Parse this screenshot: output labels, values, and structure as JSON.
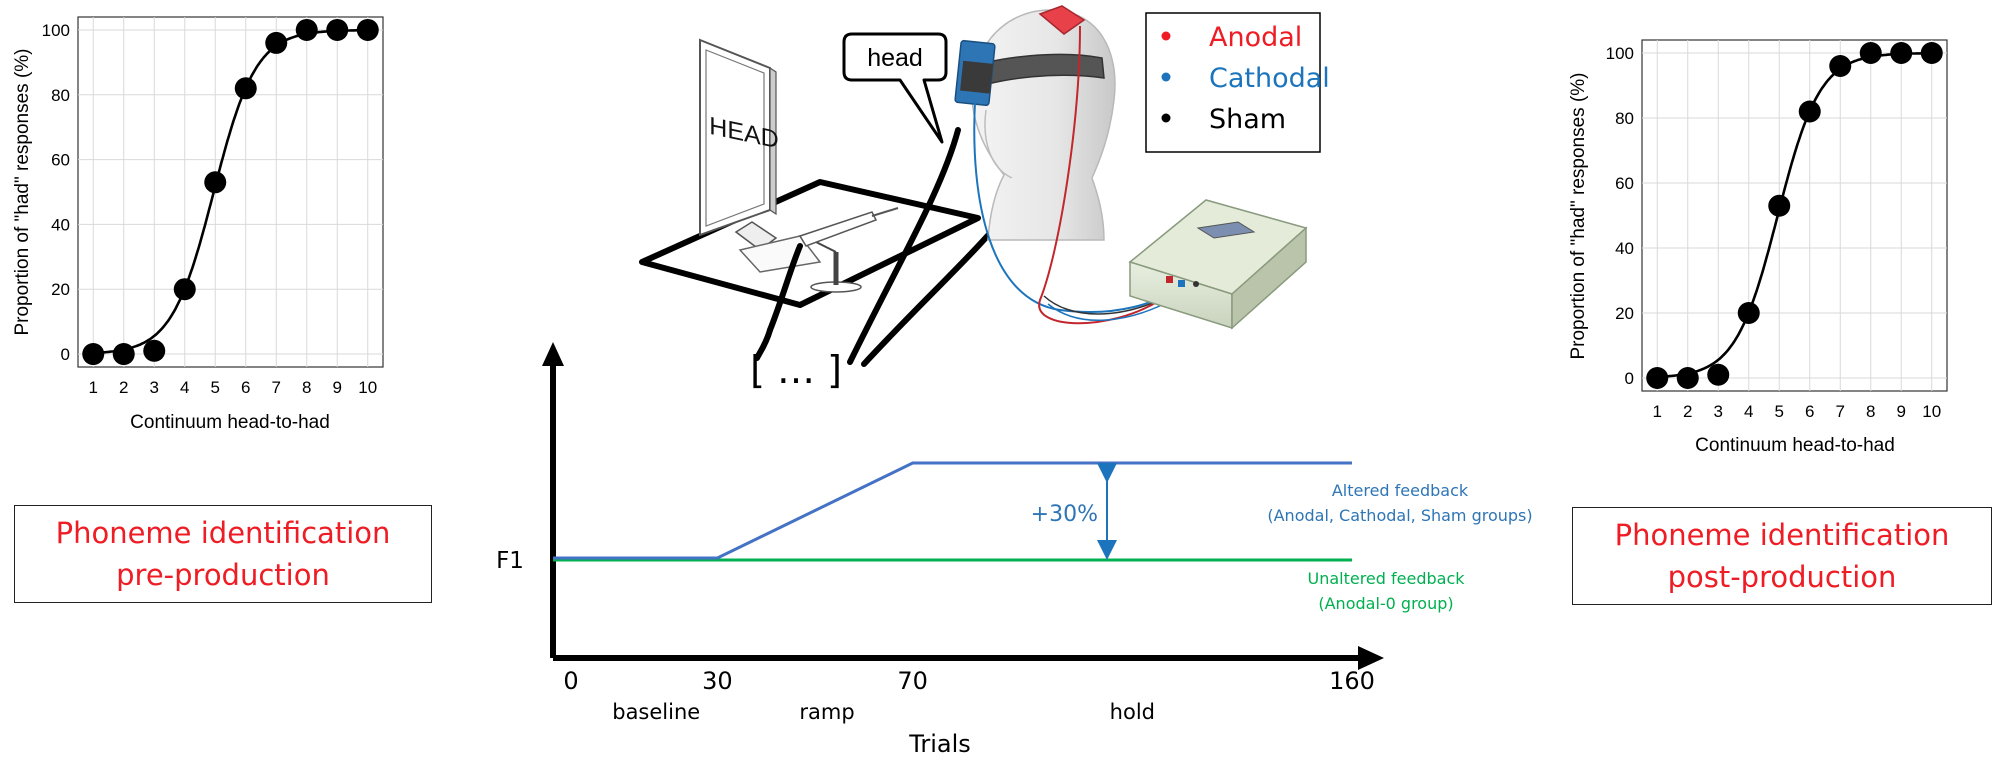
{
  "plots": {
    "pre": {
      "ylabel": "Proportion of \"had\" responses (%)",
      "xlabel": "Continuum head-to-had",
      "x_ticks": [
        "1",
        "2",
        "3",
        "4",
        "5",
        "6",
        "7",
        "8",
        "9",
        "10"
      ],
      "y_ticks": [
        "0",
        "20",
        "40",
        "60",
        "80",
        "100"
      ]
    },
    "post": {
      "ylabel": "Proportion of \"had\" responses (%)",
      "xlabel": "Continuum head-to-had",
      "x_ticks": [
        "1",
        "2",
        "3",
        "4",
        "5",
        "6",
        "7",
        "8",
        "9",
        "10"
      ],
      "y_ticks": [
        "0",
        "20",
        "40",
        "60",
        "80",
        "100"
      ]
    }
  },
  "chart_data": [
    {
      "type": "line",
      "x": [
        1,
        2,
        3,
        4,
        5,
        6,
        7,
        8,
        9,
        10
      ],
      "series": [
        {
          "values": [
            0,
            0,
            1,
            20,
            53,
            82,
            96,
            100,
            100,
            100
          ]
        }
      ],
      "xlabel": "Continuum head-to-had",
      "ylabel": "Proportion of \"had\" responses (%)",
      "ylim": [
        -4,
        104
      ],
      "xlim": [
        0.5,
        10.5
      ],
      "grid": true
    },
    {
      "type": "line",
      "x": [
        1,
        2,
        3,
        4,
        5,
        6,
        7,
        8,
        9,
        10
      ],
      "series": [
        {
          "values": [
            0,
            0,
            1,
            20,
            53,
            82,
            96,
            100,
            100,
            100
          ]
        }
      ],
      "xlabel": "Continuum head-to-had",
      "ylabel": "Proportion of \"had\" responses (%)",
      "ylim": [
        -4,
        104
      ],
      "xlim": [
        0.5,
        10.5
      ],
      "grid": true
    }
  ],
  "labels": {
    "pre_line1": "Phoneme identification",
    "pre_line2": "pre-production",
    "post_line1": "Phoneme identification",
    "post_line2": "post-production"
  },
  "illustration": {
    "screen_word": "HEAD",
    "speech_word": "head",
    "ellipsis": "[ … ]"
  },
  "legend": {
    "items": [
      {
        "label": "Anodal",
        "color": "#ee1c24"
      },
      {
        "label": "Cathodal",
        "color": "#1c75bc"
      },
      {
        "label": "Sham",
        "color": "#000000"
      }
    ]
  },
  "timeline": {
    "y_label": "F1",
    "x_ticks": [
      "0",
      "30",
      "70",
      "160"
    ],
    "phases": [
      "baseline",
      "ramp",
      "hold"
    ],
    "x_axis_label": "Trials",
    "shift_label": "+30%",
    "altered_line1": "Altered feedback",
    "altered_line2": "(Anodal, Cathodal, Sham groups)",
    "unaltered_line1": "Unaltered feedback",
    "unaltered_line2": "(Anodal-0 group)",
    "altered_color": "#4472c4",
    "unaltered_color": "#00b050",
    "altered_text_color": "#2e75b6"
  }
}
